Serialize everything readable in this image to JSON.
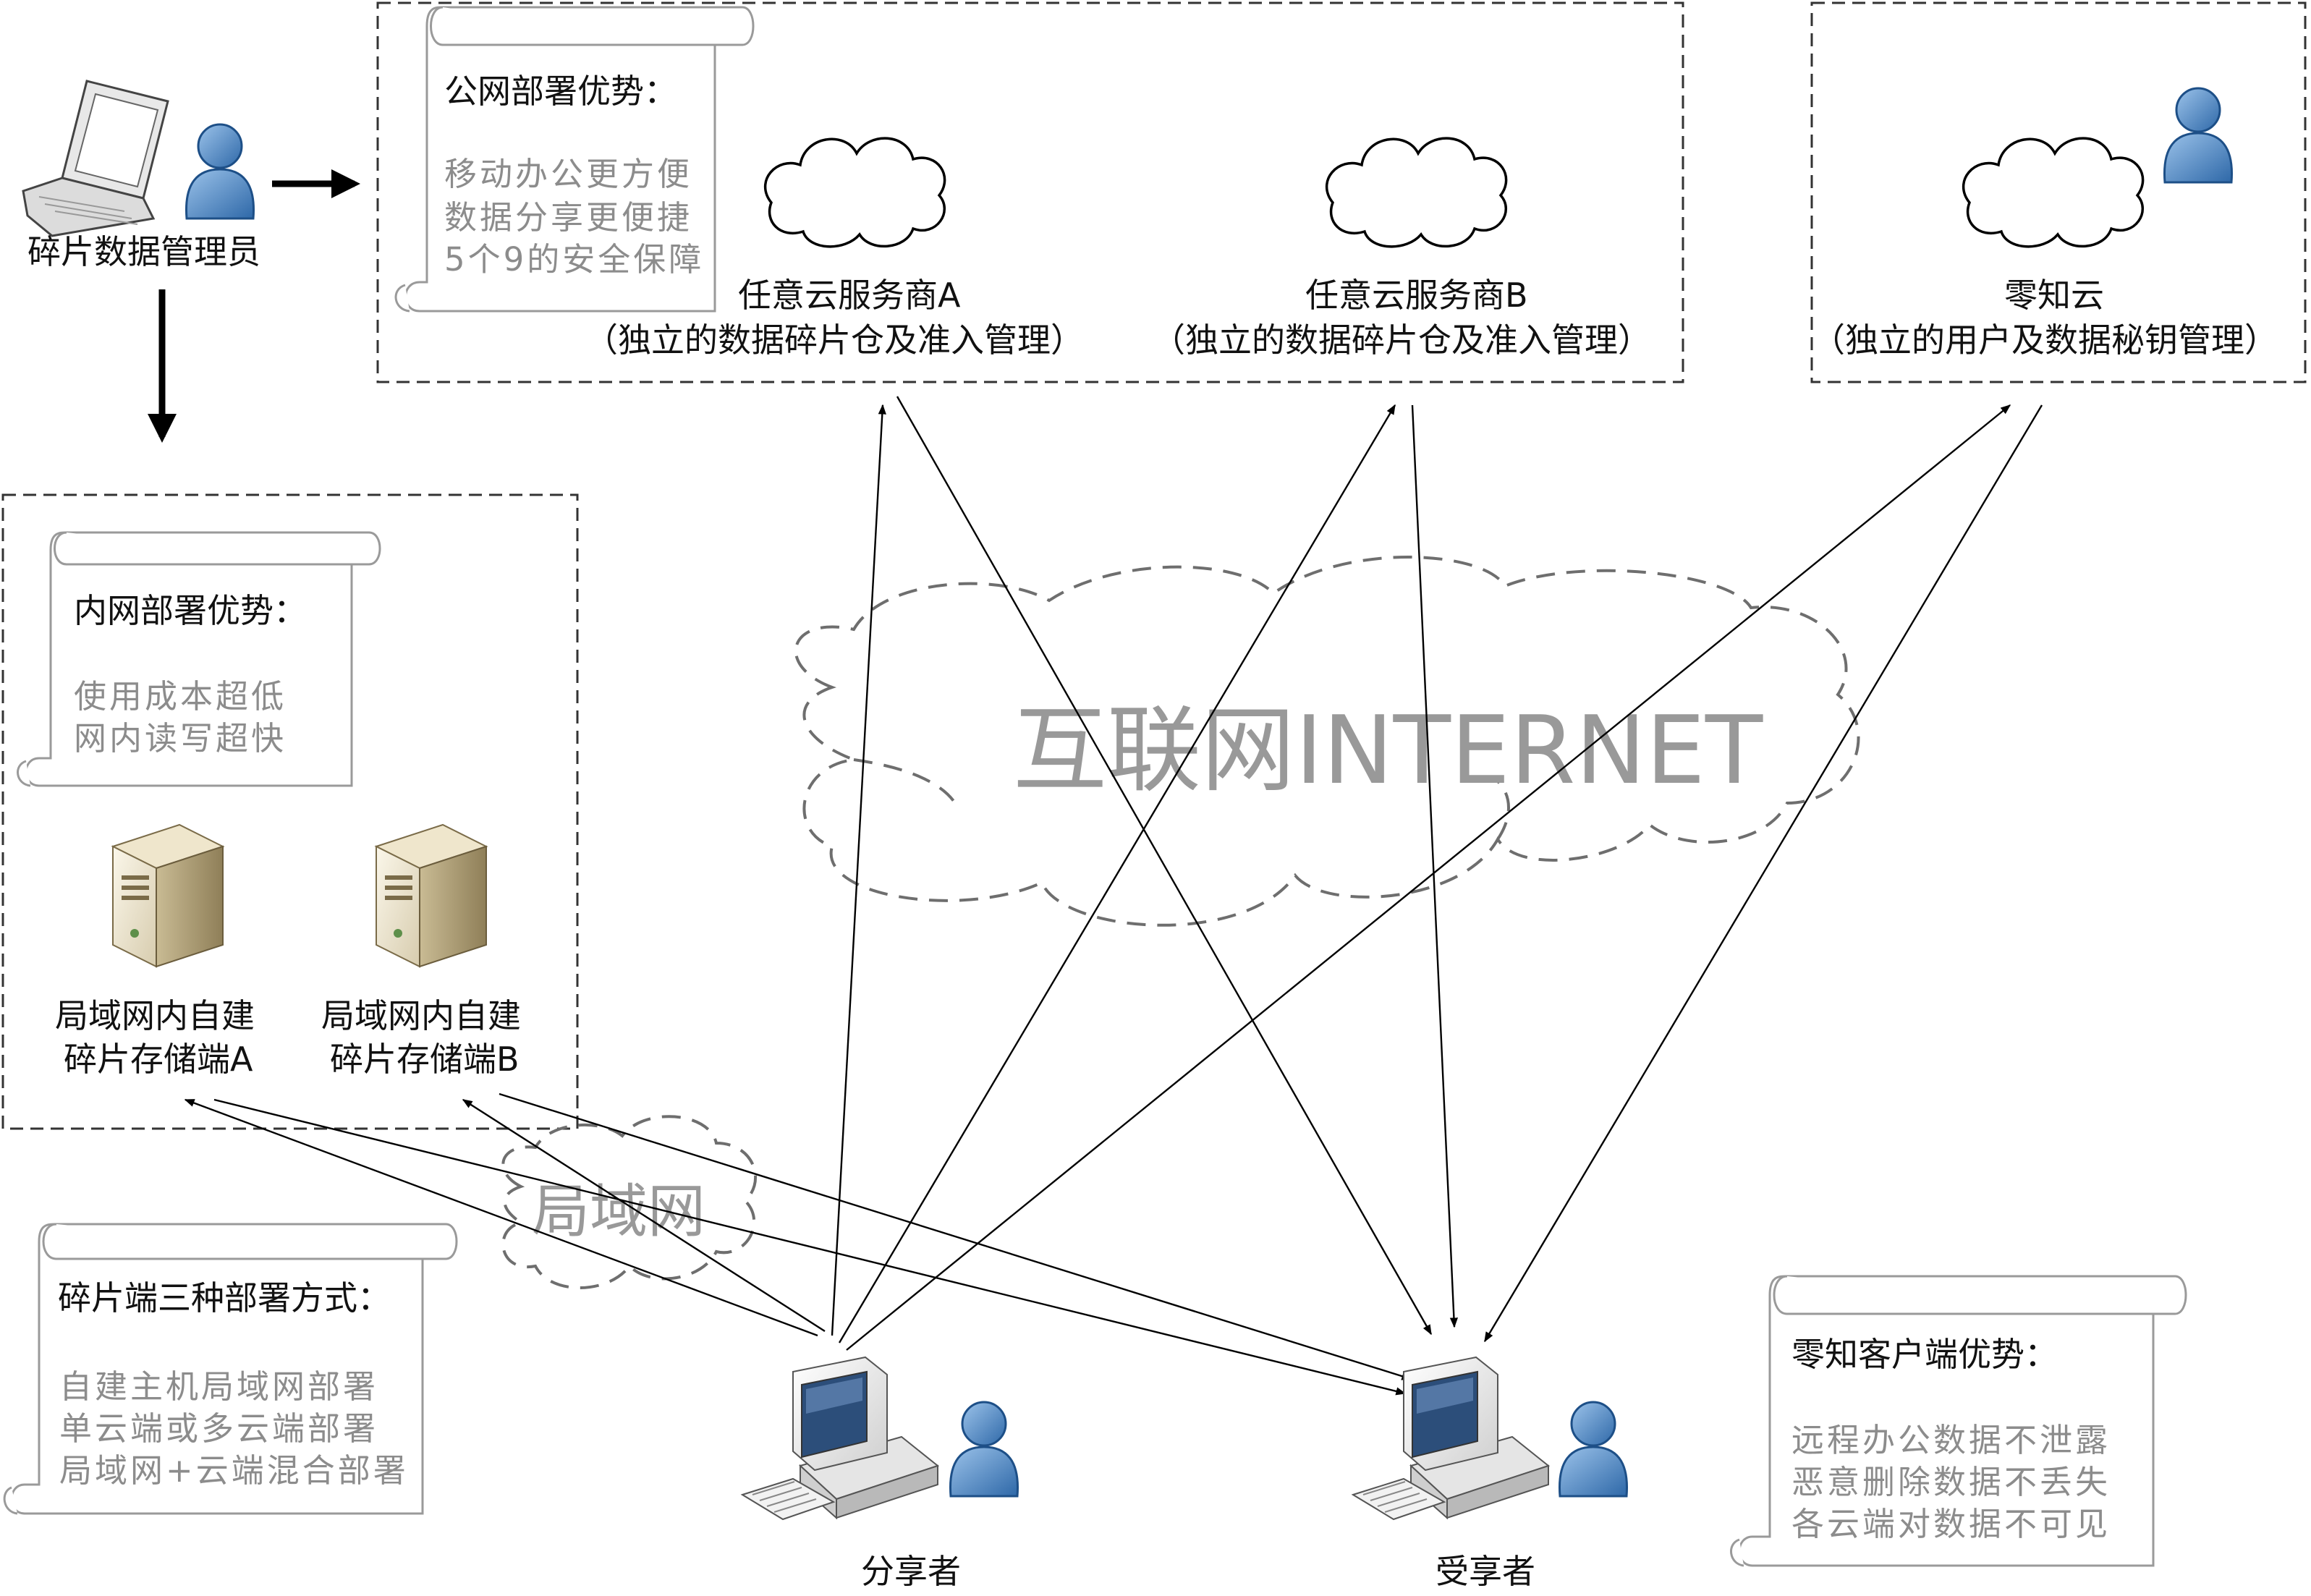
{
  "admin": {
    "label": "碎片数据管理员"
  },
  "public_box": {
    "note": {
      "title": "公网部署优势：",
      "lines": [
        "移动办公更方便",
        "数据分享更便捷",
        "5个9的安全保障"
      ]
    },
    "provider_a": {
      "name": "任意云服务商A",
      "desc": "（独立的数据碎片仓及准入管理）"
    },
    "provider_b": {
      "name": "任意云服务商B",
      "desc": "（独立的数据碎片仓及准入管理）"
    }
  },
  "zero_box": {
    "name": "零知云",
    "desc": "（独立的用户及数据秘钥管理）"
  },
  "lan_box": {
    "note": {
      "title": "内网部署优势：",
      "lines": [
        "使用成本超低",
        "网内读写超快"
      ]
    },
    "server_a": {
      "line1": "局域网内自建",
      "line2": "碎片存储端A"
    },
    "server_b": {
      "line1": "局域网内自建",
      "line2": "碎片存储端B"
    }
  },
  "internet_cloud": {
    "label": "互联网INTERNET"
  },
  "lan_cloud": {
    "label": "局域网"
  },
  "deploy_note": {
    "title": "碎片端三种部署方式：",
    "lines": [
      "自建主机局域网部署",
      "单云端或多云端部署",
      "局域网+云端混合部署"
    ]
  },
  "client_note": {
    "title": "零知客户端优势：",
    "lines": [
      "远程办公数据不泄露",
      "恶意删除数据不丢失",
      "各云端对数据不可见"
    ]
  },
  "sharer": {
    "label": "分享者"
  },
  "receiver": {
    "label": "受享者"
  }
}
